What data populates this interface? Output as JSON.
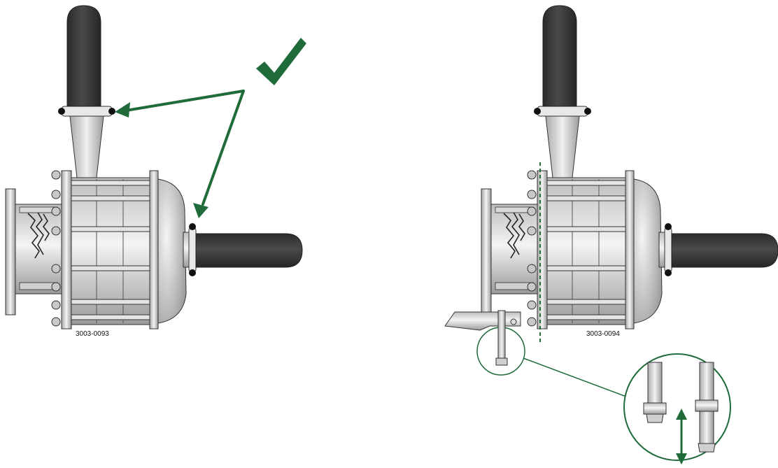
{
  "figures": [
    {
      "id": "left",
      "code": "3003-0093"
    },
    {
      "id": "right",
      "code": "3003-0094"
    }
  ],
  "colors": {
    "accent_green": "#1f6b3a",
    "hose": "#3a3a3a",
    "metal_light": "#e6e6e6",
    "metal_dark": "#8a8a8a",
    "outline": "#333333"
  },
  "icons": {
    "check": "check-mark-icon",
    "arrow": "double-arrow-icon"
  }
}
